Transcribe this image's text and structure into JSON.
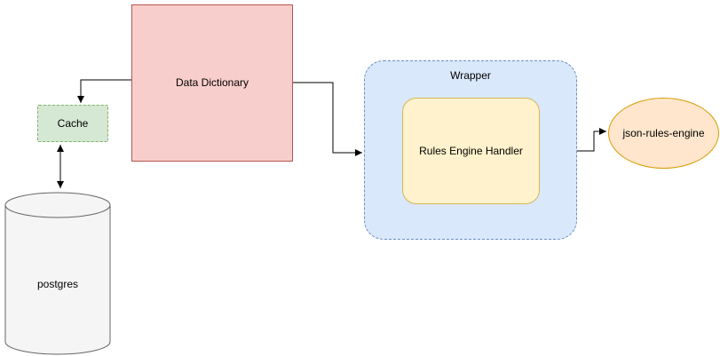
{
  "diagram": {
    "nodes": {
      "data_dictionary": {
        "label": "Data Dictionary",
        "fill": "#f8cecc",
        "stroke": "#b85450"
      },
      "cache": {
        "label": "Cache",
        "fill": "#d5e8d4",
        "stroke": "#82b366"
      },
      "postgres": {
        "label": "postgres",
        "fill": "#f5f5f5",
        "stroke": "#666666"
      },
      "wrapper": {
        "label": "Wrapper",
        "fill": "#dae8fc",
        "stroke": "#6c8ebf"
      },
      "rules_engine_handler": {
        "label": "Rules Engine Handler",
        "fill": "#fff2cc",
        "stroke": "#d6b656"
      },
      "json_rules_engine": {
        "label": "json-rules-engine",
        "fill": "#ffe6cc",
        "stroke": "#d79b00"
      }
    },
    "edges": [
      {
        "from": "data_dictionary",
        "to": "cache",
        "arrows": "end"
      },
      {
        "from": "cache",
        "to": "postgres",
        "arrows": "both"
      },
      {
        "from": "data_dictionary",
        "to": "wrapper",
        "arrows": "end"
      },
      {
        "from": "wrapper",
        "to": "json_rules_engine",
        "arrows": "end"
      }
    ],
    "edge_color": "#000000"
  }
}
